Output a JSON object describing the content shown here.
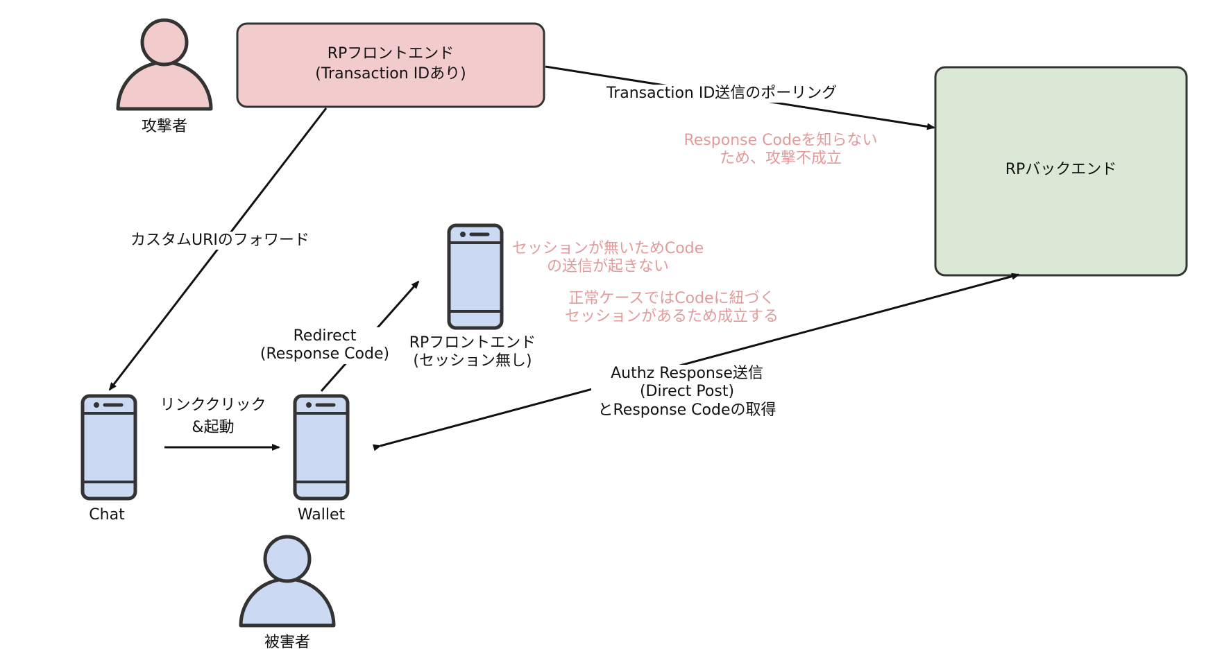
{
  "colors": {
    "attacker_fill": "#f2cccc",
    "victim_fill": "#cbd9f3",
    "device_fill": "#cbd9f3",
    "frontend_fill": "#f2cccc",
    "backend_fill": "#dbe8d5",
    "stroke": "#333333",
    "note_text": "#e39a9a"
  },
  "actors": {
    "attacker_label": "攻撃者",
    "victim_label": "被害者"
  },
  "boxes": {
    "rp_frontend_line1": "RPフロントエンド",
    "rp_frontend_line2": "(Transaction IDあり)",
    "rp_backend": "RPバックエンド"
  },
  "devices": {
    "chat_label": "Chat",
    "wallet_label": "Wallet",
    "rp_frontend_phone_line1": "RPフロントエンド",
    "rp_frontend_phone_line2": "(セッション無し)"
  },
  "edges": {
    "polling": "Transaction ID送信のポーリング",
    "custom_uri_forward": "カスタムURIのフォワード",
    "link_click_line1": "リンククリック",
    "link_click_line2": "&起動",
    "redirect_line1": "Redirect",
    "redirect_line2": "(Response Code)",
    "authz_line1": "Authz Response送信",
    "authz_line2": "(Direct Post)",
    "authz_line3": "とResponse Codeの取得"
  },
  "notes": {
    "no_code_line1": "Response Codeを知らない",
    "no_code_line2": "ため、攻撃不成立",
    "no_session_line1": "セッションが無いためCode",
    "no_session_line2": "の送信が起きない",
    "normal_case_line1": "正常ケースではCodeに紐づく",
    "normal_case_line2": "セッションがあるため成立する"
  }
}
